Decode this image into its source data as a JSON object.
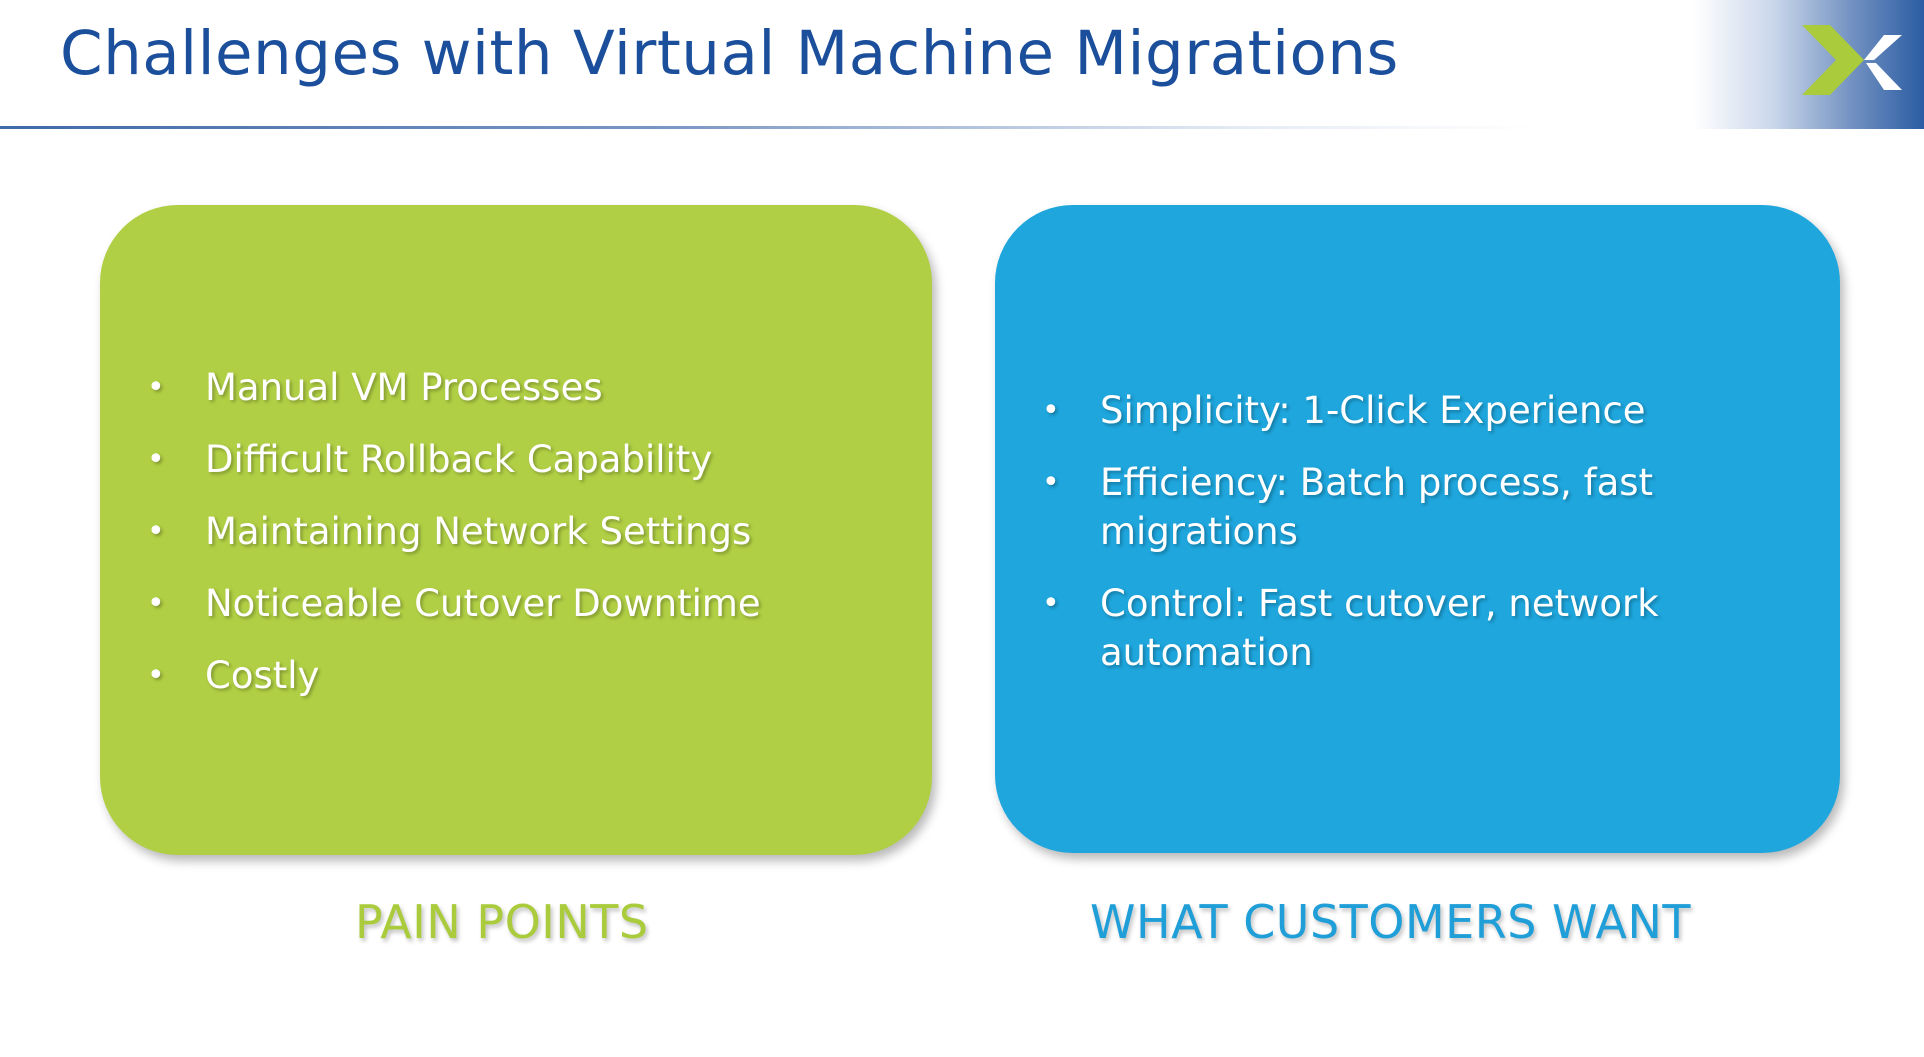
{
  "slide": {
    "title": "Challenges with Virtual Machine Migrations",
    "logo_icon": "nutanix-x-logo-icon",
    "colors": {
      "title": "#1b4f9c",
      "green": "#b0cf44",
      "blue": "#1ea6dd",
      "logo_green": "#a9cb3c",
      "logo_white": "#ffffff"
    }
  },
  "pain_points": {
    "caption": "PAIN POINTS",
    "bullet": "•",
    "items": [
      "Manual VM Processes",
      "Difficult Rollback Capability",
      "Maintaining Network Settings",
      "Noticeable Cutover Downtime",
      "Costly"
    ]
  },
  "customer_wants": {
    "caption": "WHAT CUSTOMERS WANT",
    "bullet": "•",
    "items": [
      "Simplicity: 1-Click Experience",
      "Efficiency: Batch process, fast migrations",
      "Control: Fast cutover, network automation"
    ]
  }
}
